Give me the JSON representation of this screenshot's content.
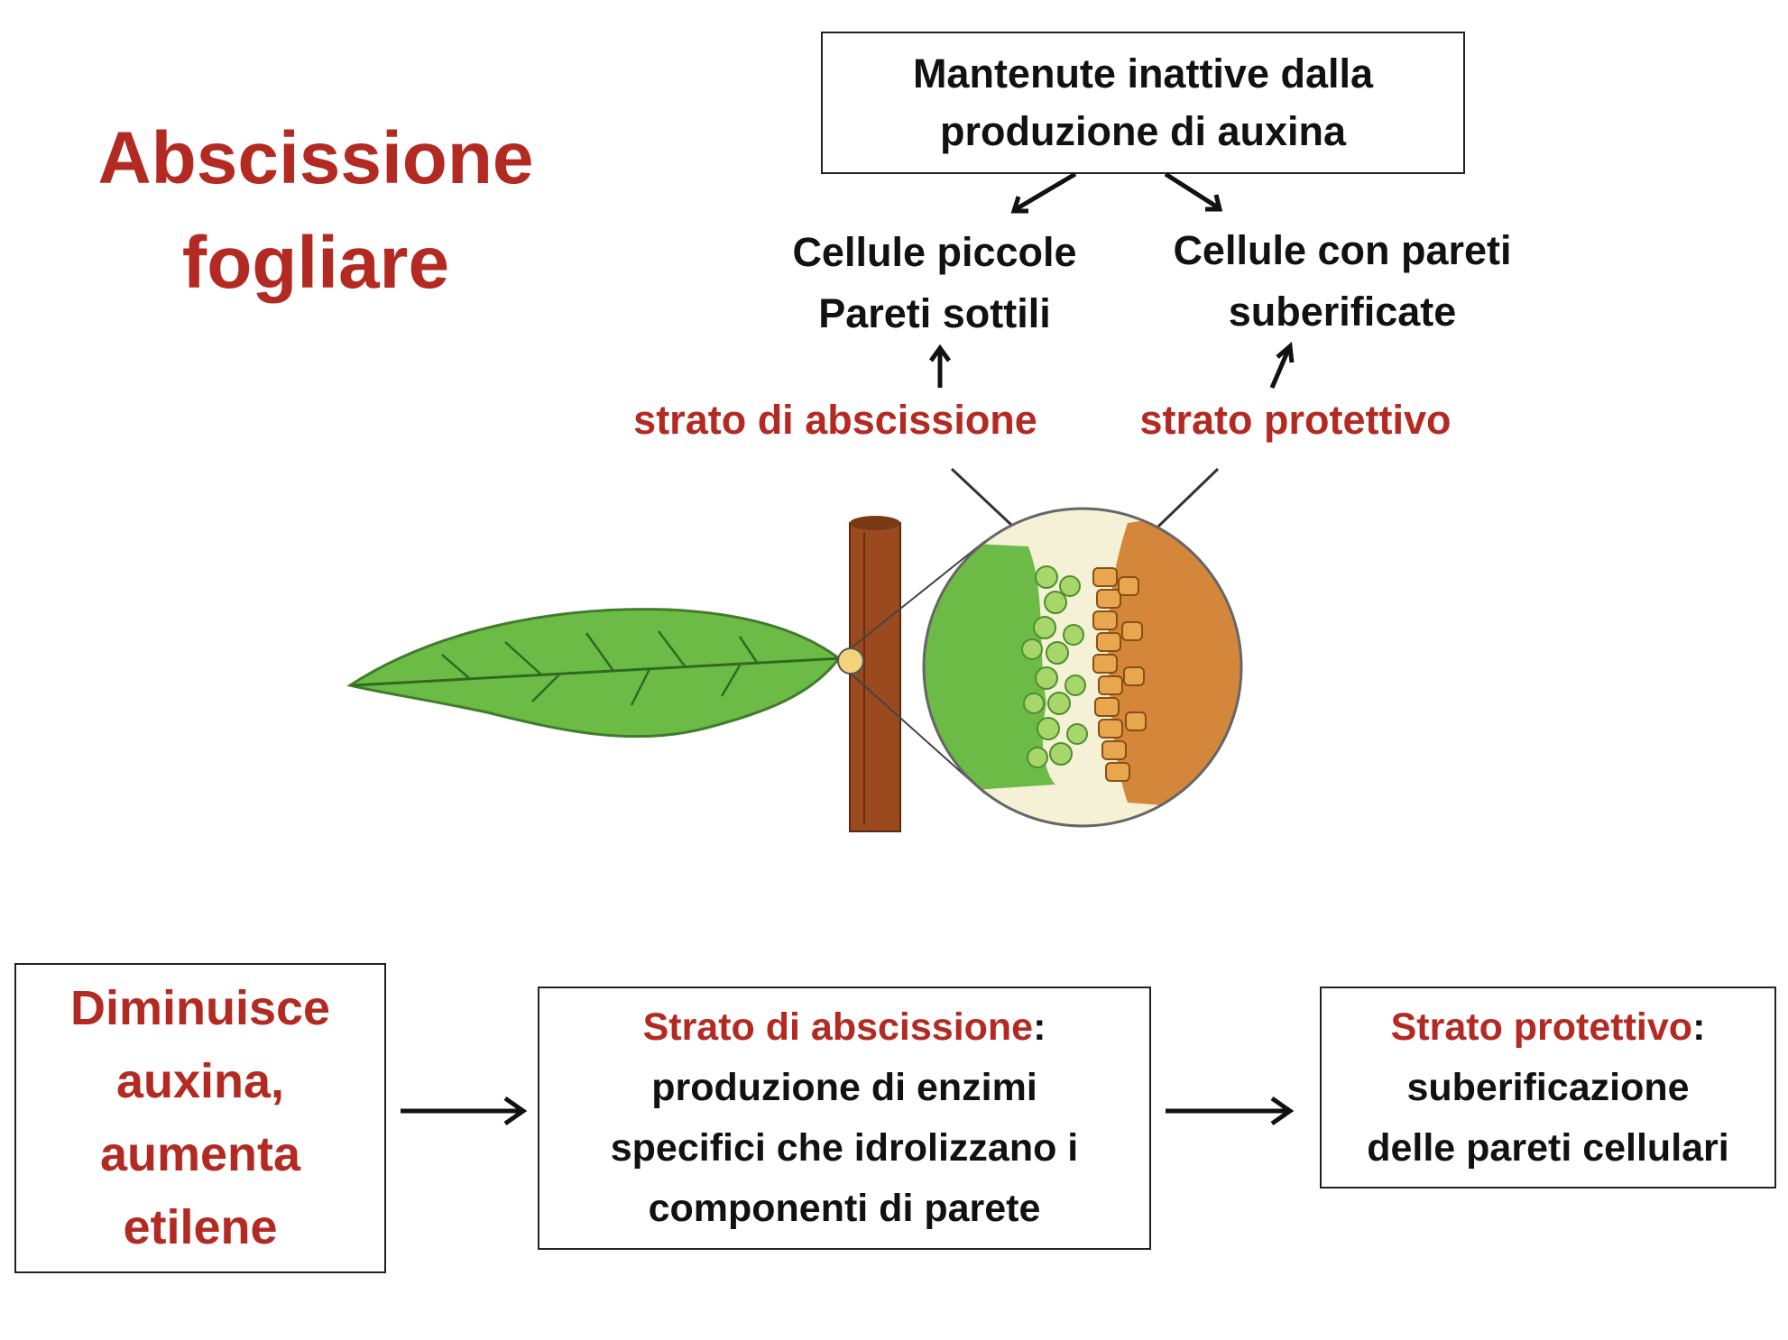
{
  "title": {
    "line1": "Abscissione",
    "line2": "fogliare"
  },
  "top_box": {
    "line1": "Mantenute inattive dalla",
    "line2": "produzione di auxina"
  },
  "cells_small": {
    "line1": "Cellule piccole",
    "line2": "Pareti sottili"
  },
  "cells_walls": {
    "line1": "Cellule con pareti",
    "line2": "suberificate"
  },
  "layer_labels": {
    "abscission": "strato di abscissione",
    "protective": "strato protettivo"
  },
  "box1": {
    "line1": "Diminuisce",
    "line2": "auxina,",
    "line3": "aumenta",
    "line4": "etilene"
  },
  "box2": {
    "head": "Strato di abscissione",
    "colon": ":",
    "line2": "produzione di enzimi",
    "line3": "specifici che idrolizzano i",
    "line4": "componenti di parete"
  },
  "box3": {
    "head": "Strato protettivo",
    "colon": ":",
    "line2": "suberificazione",
    "line3": "delle pareti cellulari"
  },
  "colors": {
    "accent_red": "#b32a22",
    "leaf_green": "#6dbb47",
    "stem_brown": "#9a4a1e",
    "cork_orange": "#d4873a",
    "pale": "#f4f1d6"
  }
}
